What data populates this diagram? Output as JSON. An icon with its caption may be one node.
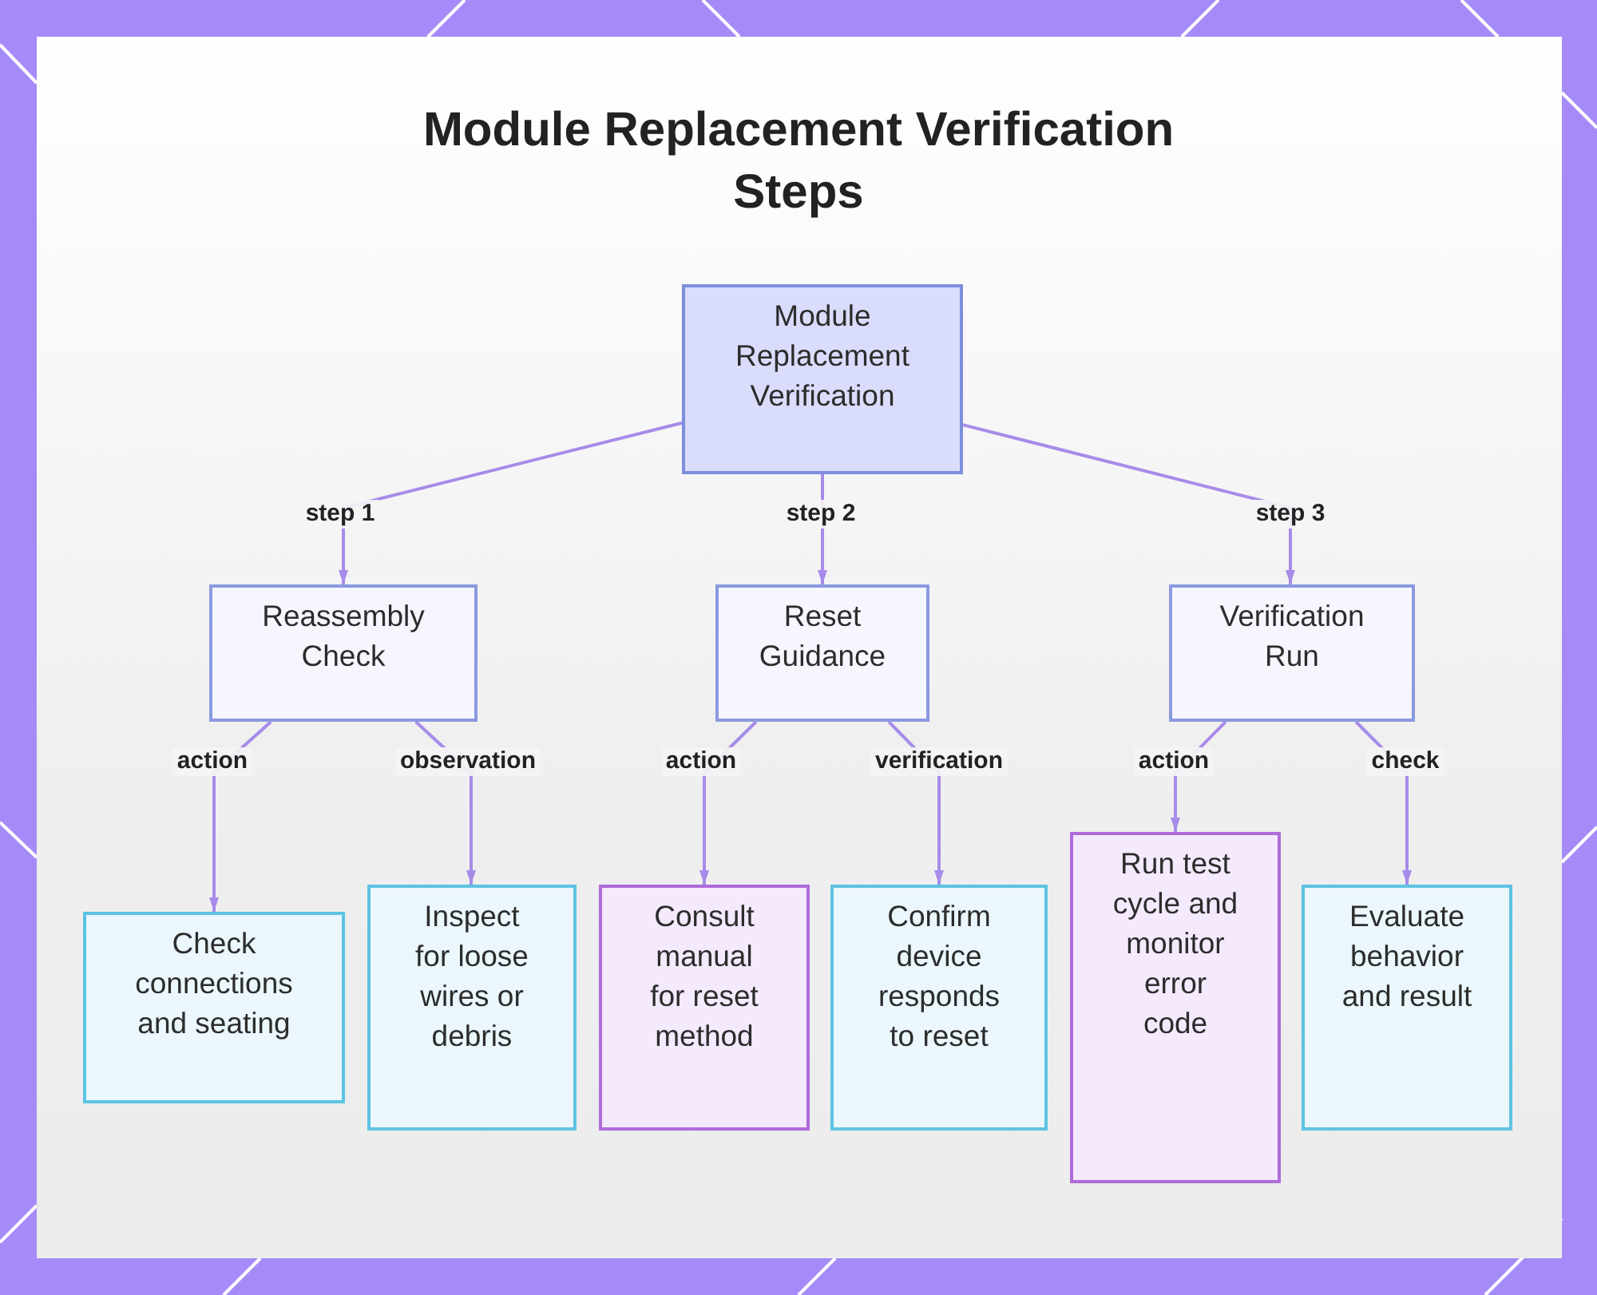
{
  "diagram": {
    "title": "Module Replacement Verification Steps",
    "nodes": [
      {
        "text": [
          "Module Replacement Verification"
        ]
      },
      {
        "text": [
          "Reassembly Check"
        ]
      },
      {
        "text": [
          "Reset Guidance"
        ]
      },
      {
        "text": [
          "Verification Run"
        ]
      },
      {
        "text": [
          "Check connections and seating"
        ]
      },
      {
        "text": [
          "Inspect for loose wires or debris"
        ]
      },
      {
        "text": [
          "Consult manual for reset method"
        ]
      },
      {
        "text": [
          "Confirm device responds to reset"
        ]
      },
      {
        "text": [
          "Run test cycle and monitor error code"
        ]
      },
      {
        "text": [
          "Evaluate behavior and result"
        ]
      }
    ],
    "edges": [
      {
        "from": 0,
        "to": 1,
        "arrow": "to",
        "label": "step 1"
      },
      {
        "from": 0,
        "to": 2,
        "arrow": "to",
        "label": "step 2"
      },
      {
        "from": 0,
        "to": 3,
        "arrow": "to",
        "label": "step 3"
      },
      {
        "from": 1,
        "to": 4,
        "arrow": "to",
        "label": "action"
      },
      {
        "from": 1,
        "to": 5,
        "arrow": "to",
        "label": "observation"
      },
      {
        "from": 2,
        "to": 6,
        "arrow": "to",
        "label": "action"
      },
      {
        "from": 2,
        "to": 7,
        "arrow": "to",
        "label": "verification"
      },
      {
        "from": 3,
        "to": 8,
        "arrow": "to",
        "label": "action"
      },
      {
        "from": 3,
        "to": 9,
        "arrow": "to",
        "label": "check"
      }
    ]
  }
}
